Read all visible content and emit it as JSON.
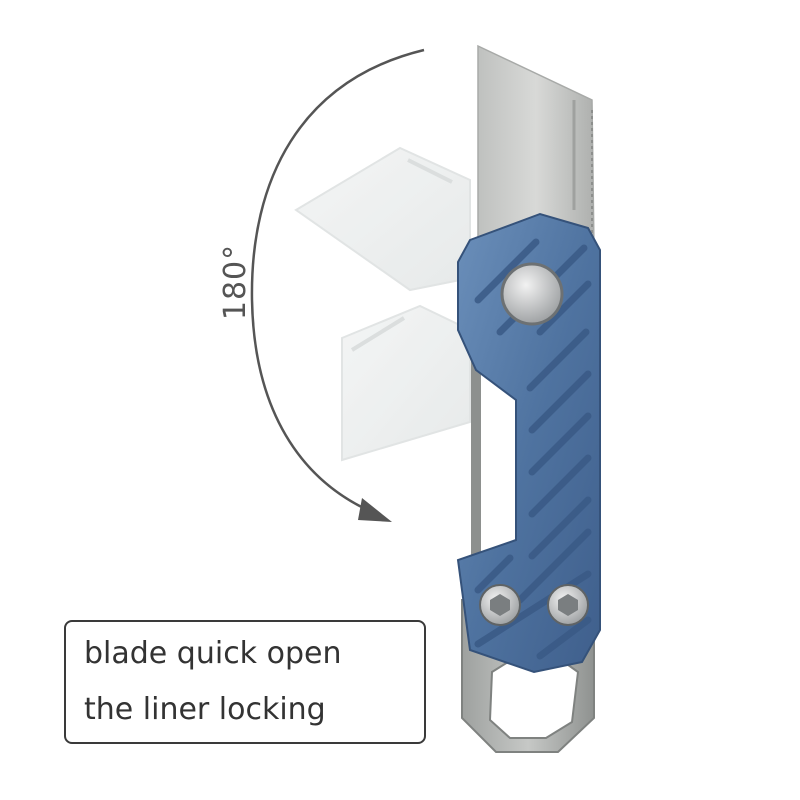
{
  "rotation": {
    "angle_label": "180°"
  },
  "features": [
    {
      "text": "blade quick open"
    },
    {
      "text": "the liner locking"
    }
  ],
  "colors": {
    "handle_blue": "#5b7fa6",
    "blade_steel": "#c9cbc9",
    "arrow_gray": "#555555",
    "box_border": "#3a3a3a"
  }
}
